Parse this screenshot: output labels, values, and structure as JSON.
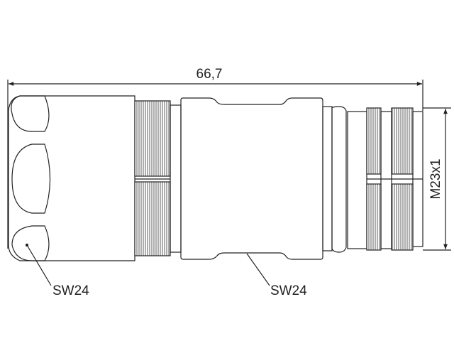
{
  "drawing": {
    "overall_length": "66,7",
    "thread_size": "M23x1",
    "wrench_size_cap": "SW24",
    "wrench_size_body": "SW24"
  }
}
